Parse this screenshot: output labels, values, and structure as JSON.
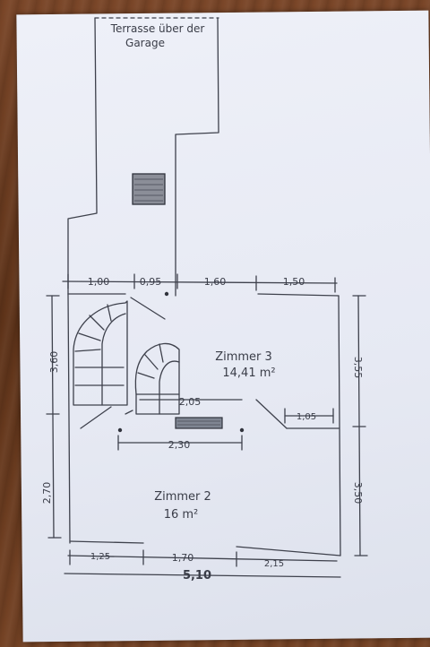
{
  "title_label": "Terrasse über der Garage",
  "title_line1": "Terrasse über der",
  "title_line2": "Garage",
  "rooms": [
    {
      "name": "Zimmer 3",
      "area": "14,41 m²"
    },
    {
      "name": "Zimmer 2",
      "area": "16 m²"
    }
  ],
  "dimensions": {
    "top": [
      "1,00",
      "0,95",
      "1,60",
      "1,50"
    ],
    "left_upper": "3,60",
    "left_lower": "2,70",
    "right_upper": "3,55",
    "right_lower": "3,50",
    "inner_205": "2,05",
    "inner_230": "2,30",
    "inner_105": "1,05",
    "bottom": [
      "1,25",
      "1,70",
      "2,15"
    ],
    "total_width": "5,10"
  }
}
